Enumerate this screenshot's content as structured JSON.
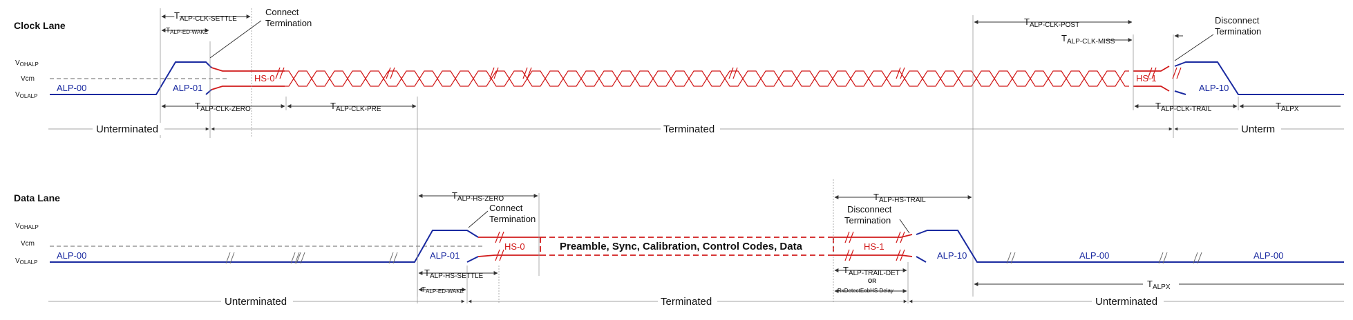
{
  "clock_lane": {
    "title": "Clock Lane",
    "levels": {
      "vohalp": "OHALP",
      "vcm": "Vcm",
      "volalp": "OLALP"
    },
    "states": {
      "alp00": "ALP-00",
      "alp01": "ALP-01",
      "hs0": "HS-0",
      "hs1": "HS-1",
      "alp10": "ALP-10"
    },
    "timing": {
      "clk_settle": "ALP-CLK-SETTLE",
      "ed_wake": "ALP-ED-WAKE",
      "clk_zero": "ALP-CLK-ZERO",
      "clk_pre": "ALP-CLK-PRE",
      "clk_post": "ALP-CLK-POST",
      "clk_miss": "ALP-CLK-MISS",
      "clk_trail": "ALP-CLK-TRAIL",
      "alpx": "ALPX"
    },
    "connect_termination": [
      "Connect",
      "Termination"
    ],
    "disconnect_termination": [
      "Disconnect",
      "Termination"
    ],
    "regions": {
      "unterminated": "Unterminated",
      "terminated": "Terminated",
      "unterm": "Unterm"
    }
  },
  "data_lane": {
    "title": "Data Lane",
    "levels": {
      "vohalp": "OHALP",
      "vcm": "Vcm",
      "volalp": "OLALP"
    },
    "states": {
      "alp00": "ALP-00",
      "alp01": "ALP-01",
      "hs0": "HS-0",
      "hs1": "HS-1",
      "alp10": "ALP-10",
      "alp00_b": "ALP-00",
      "alp00_c": "ALP-00"
    },
    "payload": "Preamble, Sync, Calibration, Control Codes, Data",
    "timing": {
      "hs_zero": "ALP-HS-ZERO",
      "hs_settle": "ALP-HS-SETTLE",
      "ed_wake": "ALP-ED-WAKE",
      "hs_trail": "ALP-HS-TRAIL",
      "trail_det": "ALP-TRAIL-DET",
      "or": "OR",
      "rx_detect": "RxDetectEobHS Delay",
      "alpx": "ALPX"
    },
    "connect_termination": [
      "Connect",
      "Termination"
    ],
    "disconnect_termination": [
      "Disconnect",
      "Termination"
    ],
    "regions": {
      "unterminated": "Unterminated",
      "terminated": "Terminated",
      "unterminated2": "Unterminated"
    }
  },
  "colors": {
    "lp_signal": "#1a2aa0",
    "hs_signal": "#d11919"
  }
}
